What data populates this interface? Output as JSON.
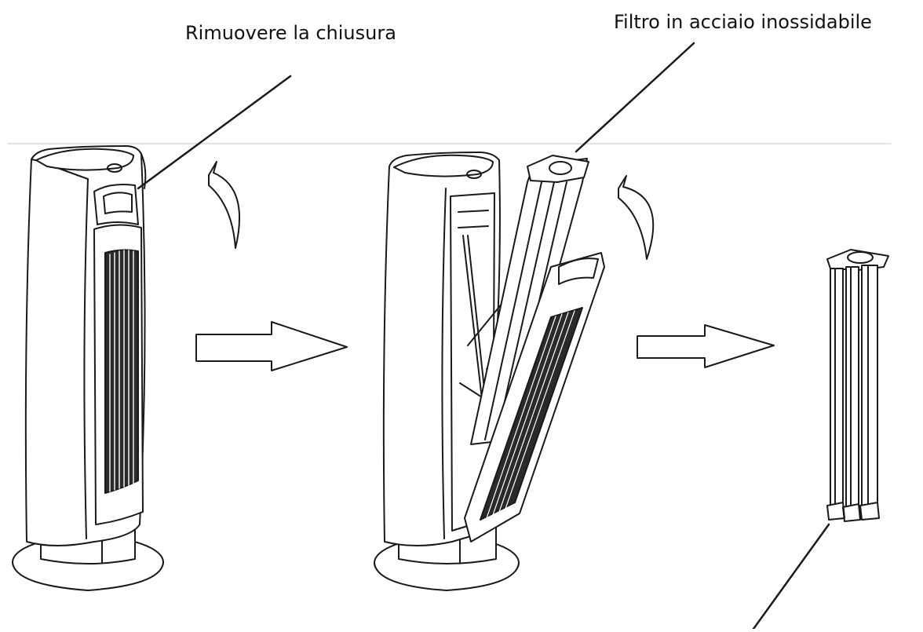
{
  "labels": {
    "remove_lock": "Rimuovere la chiusura",
    "stainless_filter": "Filtro in acciaio inossidabile"
  },
  "steps": [
    {
      "name": "closed-purifier"
    },
    {
      "name": "opened-purifier"
    },
    {
      "name": "removed-filter"
    }
  ],
  "colors": {
    "line": "#1a1a1a",
    "fill": "#ffffff",
    "shade": "#2a2a2a",
    "divider": "#d9d9d9"
  }
}
